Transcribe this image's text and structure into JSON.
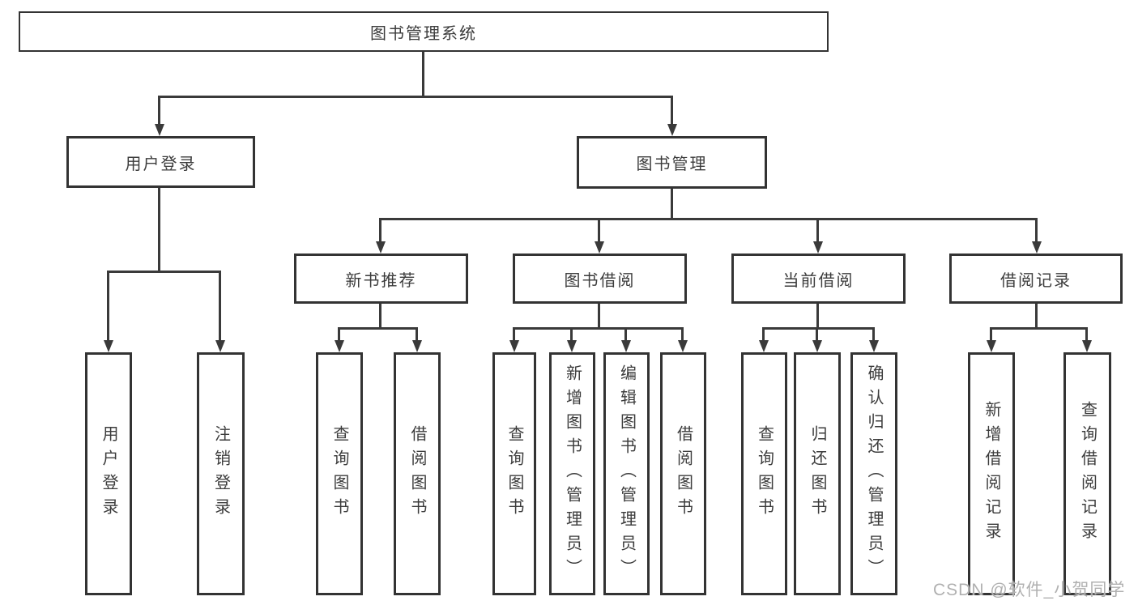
{
  "watermark": {
    "text": "CSDN @软件_小贺同学"
  },
  "colors": {
    "background": "#ffffff",
    "box_border": "#333333",
    "line": "#3a3a3a",
    "text": "#3c3c3c",
    "watermark": "#b0b0b0"
  },
  "tree": {
    "label": "图书管理系统",
    "children": [
      {
        "label": "用户登录",
        "children": [
          {
            "label": "用户登录"
          },
          {
            "label": "注销登录"
          }
        ]
      },
      {
        "label": "图书管理",
        "children": [
          {
            "label": "新书推荐",
            "children": [
              {
                "label": "查询图书"
              },
              {
                "label": "借阅图书"
              }
            ]
          },
          {
            "label": "图书借阅",
            "children": [
              {
                "label": "查询图书"
              },
              {
                "label": "新增图书（管理员）"
              },
              {
                "label": "编辑图书（管理员）"
              },
              {
                "label": "借阅图书"
              }
            ]
          },
          {
            "label": "当前借阅",
            "children": [
              {
                "label": "查询图书"
              },
              {
                "label": "归还图书"
              },
              {
                "label": "确认归还（管理员）"
              }
            ]
          },
          {
            "label": "借阅记录",
            "children": [
              {
                "label": "新增借阅记录"
              },
              {
                "label": "查询借阅记录"
              }
            ]
          }
        ]
      }
    ]
  }
}
